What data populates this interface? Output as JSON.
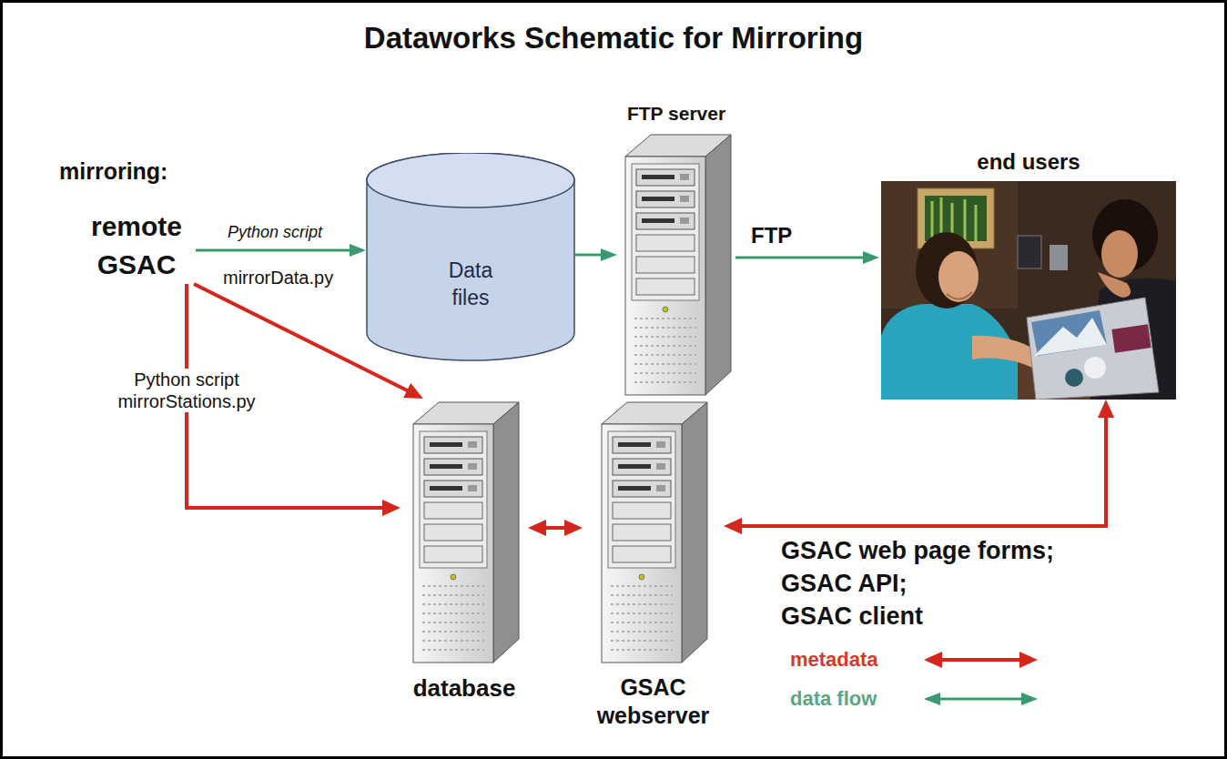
{
  "diagram": {
    "title": "Dataworks Schematic for Mirroring",
    "nodes": [
      {
        "text": [
          "remote GSAC"
        ]
      },
      {
        "text": [
          "Data files"
        ]
      },
      {
        "text": [
          "FTP server"
        ]
      },
      {
        "text": [
          "end users"
        ]
      },
      {
        "text": [
          "database"
        ]
      },
      {
        "text": [
          "GSAC webserver"
        ]
      }
    ],
    "edges": [
      {
        "from": 0,
        "to": 1,
        "arrow": "to",
        "label": "Python script"
      },
      {
        "from": 0,
        "to": 4,
        "arrow": "to"
      },
      {
        "from": 0,
        "to": 4,
        "arrow": "to",
        "label": "Python script mirrorStations.py"
      },
      {
        "from": 1,
        "to": 2,
        "arrow": "to"
      },
      {
        "from": 2,
        "to": 3,
        "arrow": "to",
        "label": "FTP"
      },
      {
        "from": 4,
        "to": 5,
        "arrow": "both"
      },
      {
        "from": 5,
        "to": 3,
        "arrow": "both"
      }
    ],
    "labels": [
      "mirroring:",
      "mirrorData.py",
      "GSAC web page forms;",
      "GSAC API;",
      "GSAC client"
    ],
    "legend": [
      {
        "text": "metadata"
      },
      {
        "text": "data flow"
      }
    ]
  }
}
